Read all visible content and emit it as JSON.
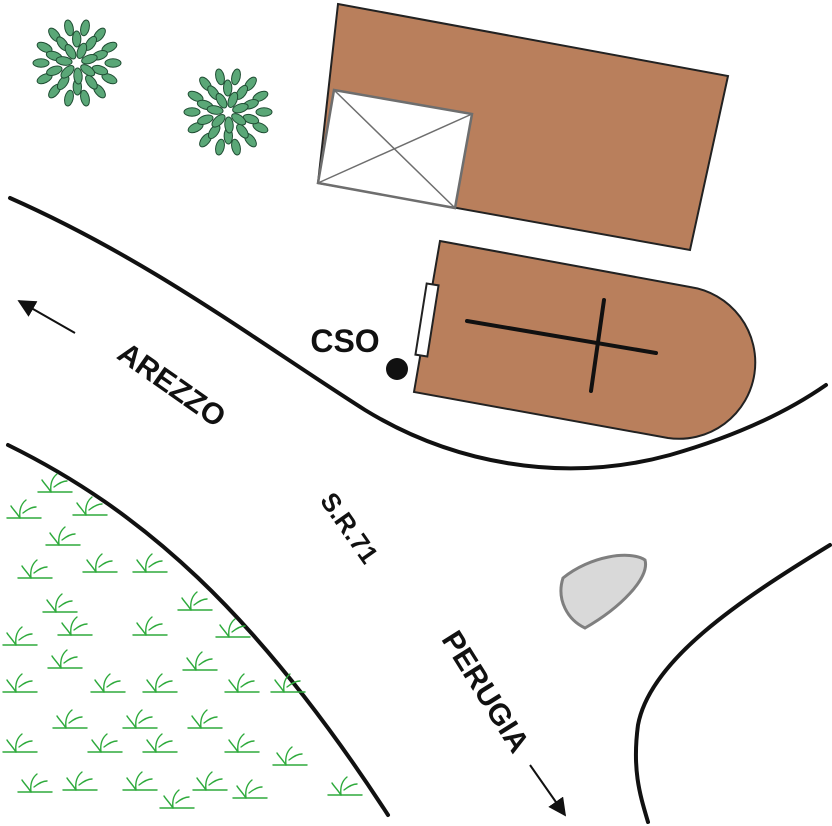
{
  "labels": {
    "station": "CSO",
    "west_direction": "AREZZO",
    "road": "S.R.71",
    "south_direction": "PERUGIA"
  },
  "colors": {
    "building": "#b97f5c",
    "outline": "#222222",
    "road_line": "#111111",
    "tree_fill": "#5aa777",
    "tree_stroke": "#1f4d33",
    "grass": "#2eaa3c",
    "rock_fill": "#d9d9d9",
    "rock_stroke": "#7f7f7f",
    "shed_stroke": "#6e6e6e"
  },
  "icons": {
    "tree": "tree-icon",
    "grass": "grass-tuft-icon",
    "station": "station-marker-icon",
    "arrow": "direction-arrow-icon",
    "cross": "cross-icon"
  }
}
